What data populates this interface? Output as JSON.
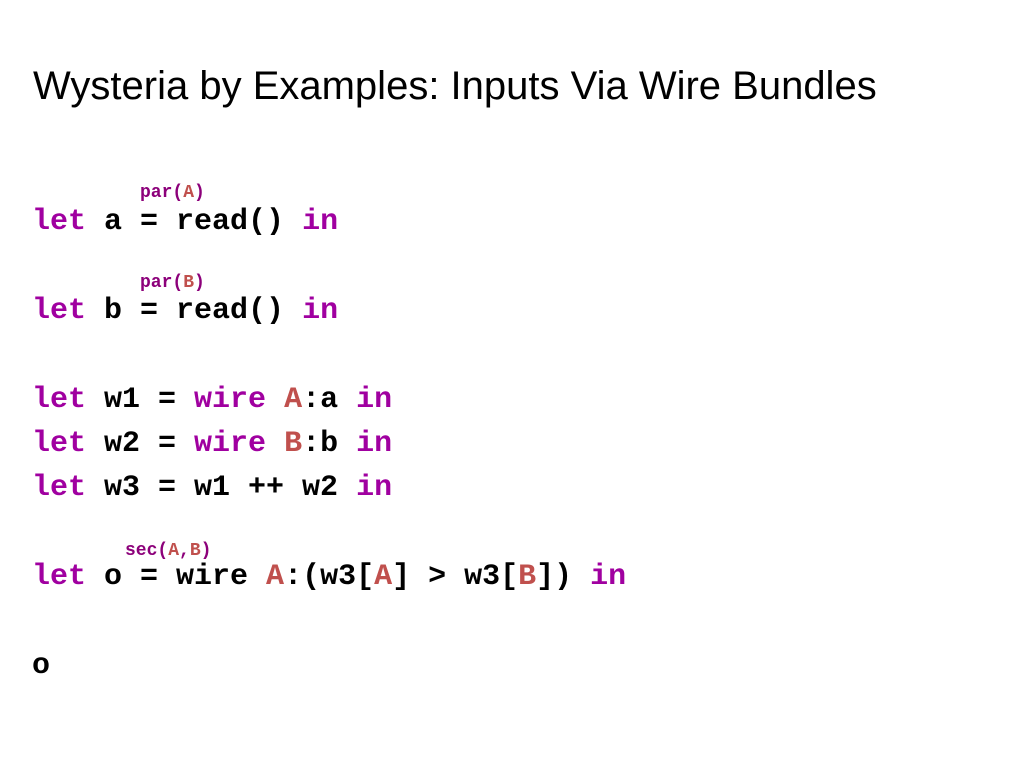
{
  "slide": {
    "title": "Wysteria by Examples: Inputs Via Wire Bundles"
  },
  "colors": {
    "keyword": "#a000a0",
    "principal": "#c0504d",
    "annotation": "#8c007a",
    "text": "#000000"
  },
  "annotations": {
    "par_a": {
      "keyword": "par",
      "open": "(",
      "p1": "A",
      "close": ")"
    },
    "par_b": {
      "keyword": "par",
      "open": "(",
      "p1": "B",
      "close": ")"
    },
    "sec_ab": {
      "keyword": "sec",
      "open": "(",
      "p1": "A",
      "sep": ",",
      "p2": "B",
      "close": ")"
    }
  },
  "code": {
    "line1": {
      "kw_let": "let",
      "body": " a = read() ",
      "kw_in": "in"
    },
    "line2": {
      "kw_let": "let",
      "body": " b = read() ",
      "kw_in": "in"
    },
    "line3": {
      "kw_let": "let",
      "pre": " w1 = ",
      "kw_wire": "wire",
      "sp": " ",
      "p": "A",
      "post": ":a ",
      "kw_in": "in"
    },
    "line4": {
      "kw_let": "let",
      "pre": " w2 = ",
      "kw_wire": "wire",
      "sp": " ",
      "p": "B",
      "post": ":b ",
      "kw_in": "in"
    },
    "line5": {
      "kw_let": "let",
      "body": " w3 = w1 ++ w2 ",
      "kw_in": "in"
    },
    "line6": {
      "kw_let": "let",
      "pre": " o = wire ",
      "p1": "A",
      "mid1": ":(w3[",
      "p2": "A",
      "mid2": "] > w3[",
      "p3": "B",
      "mid3": "]) ",
      "kw_in": "in"
    },
    "line7": {
      "body": "o"
    }
  }
}
